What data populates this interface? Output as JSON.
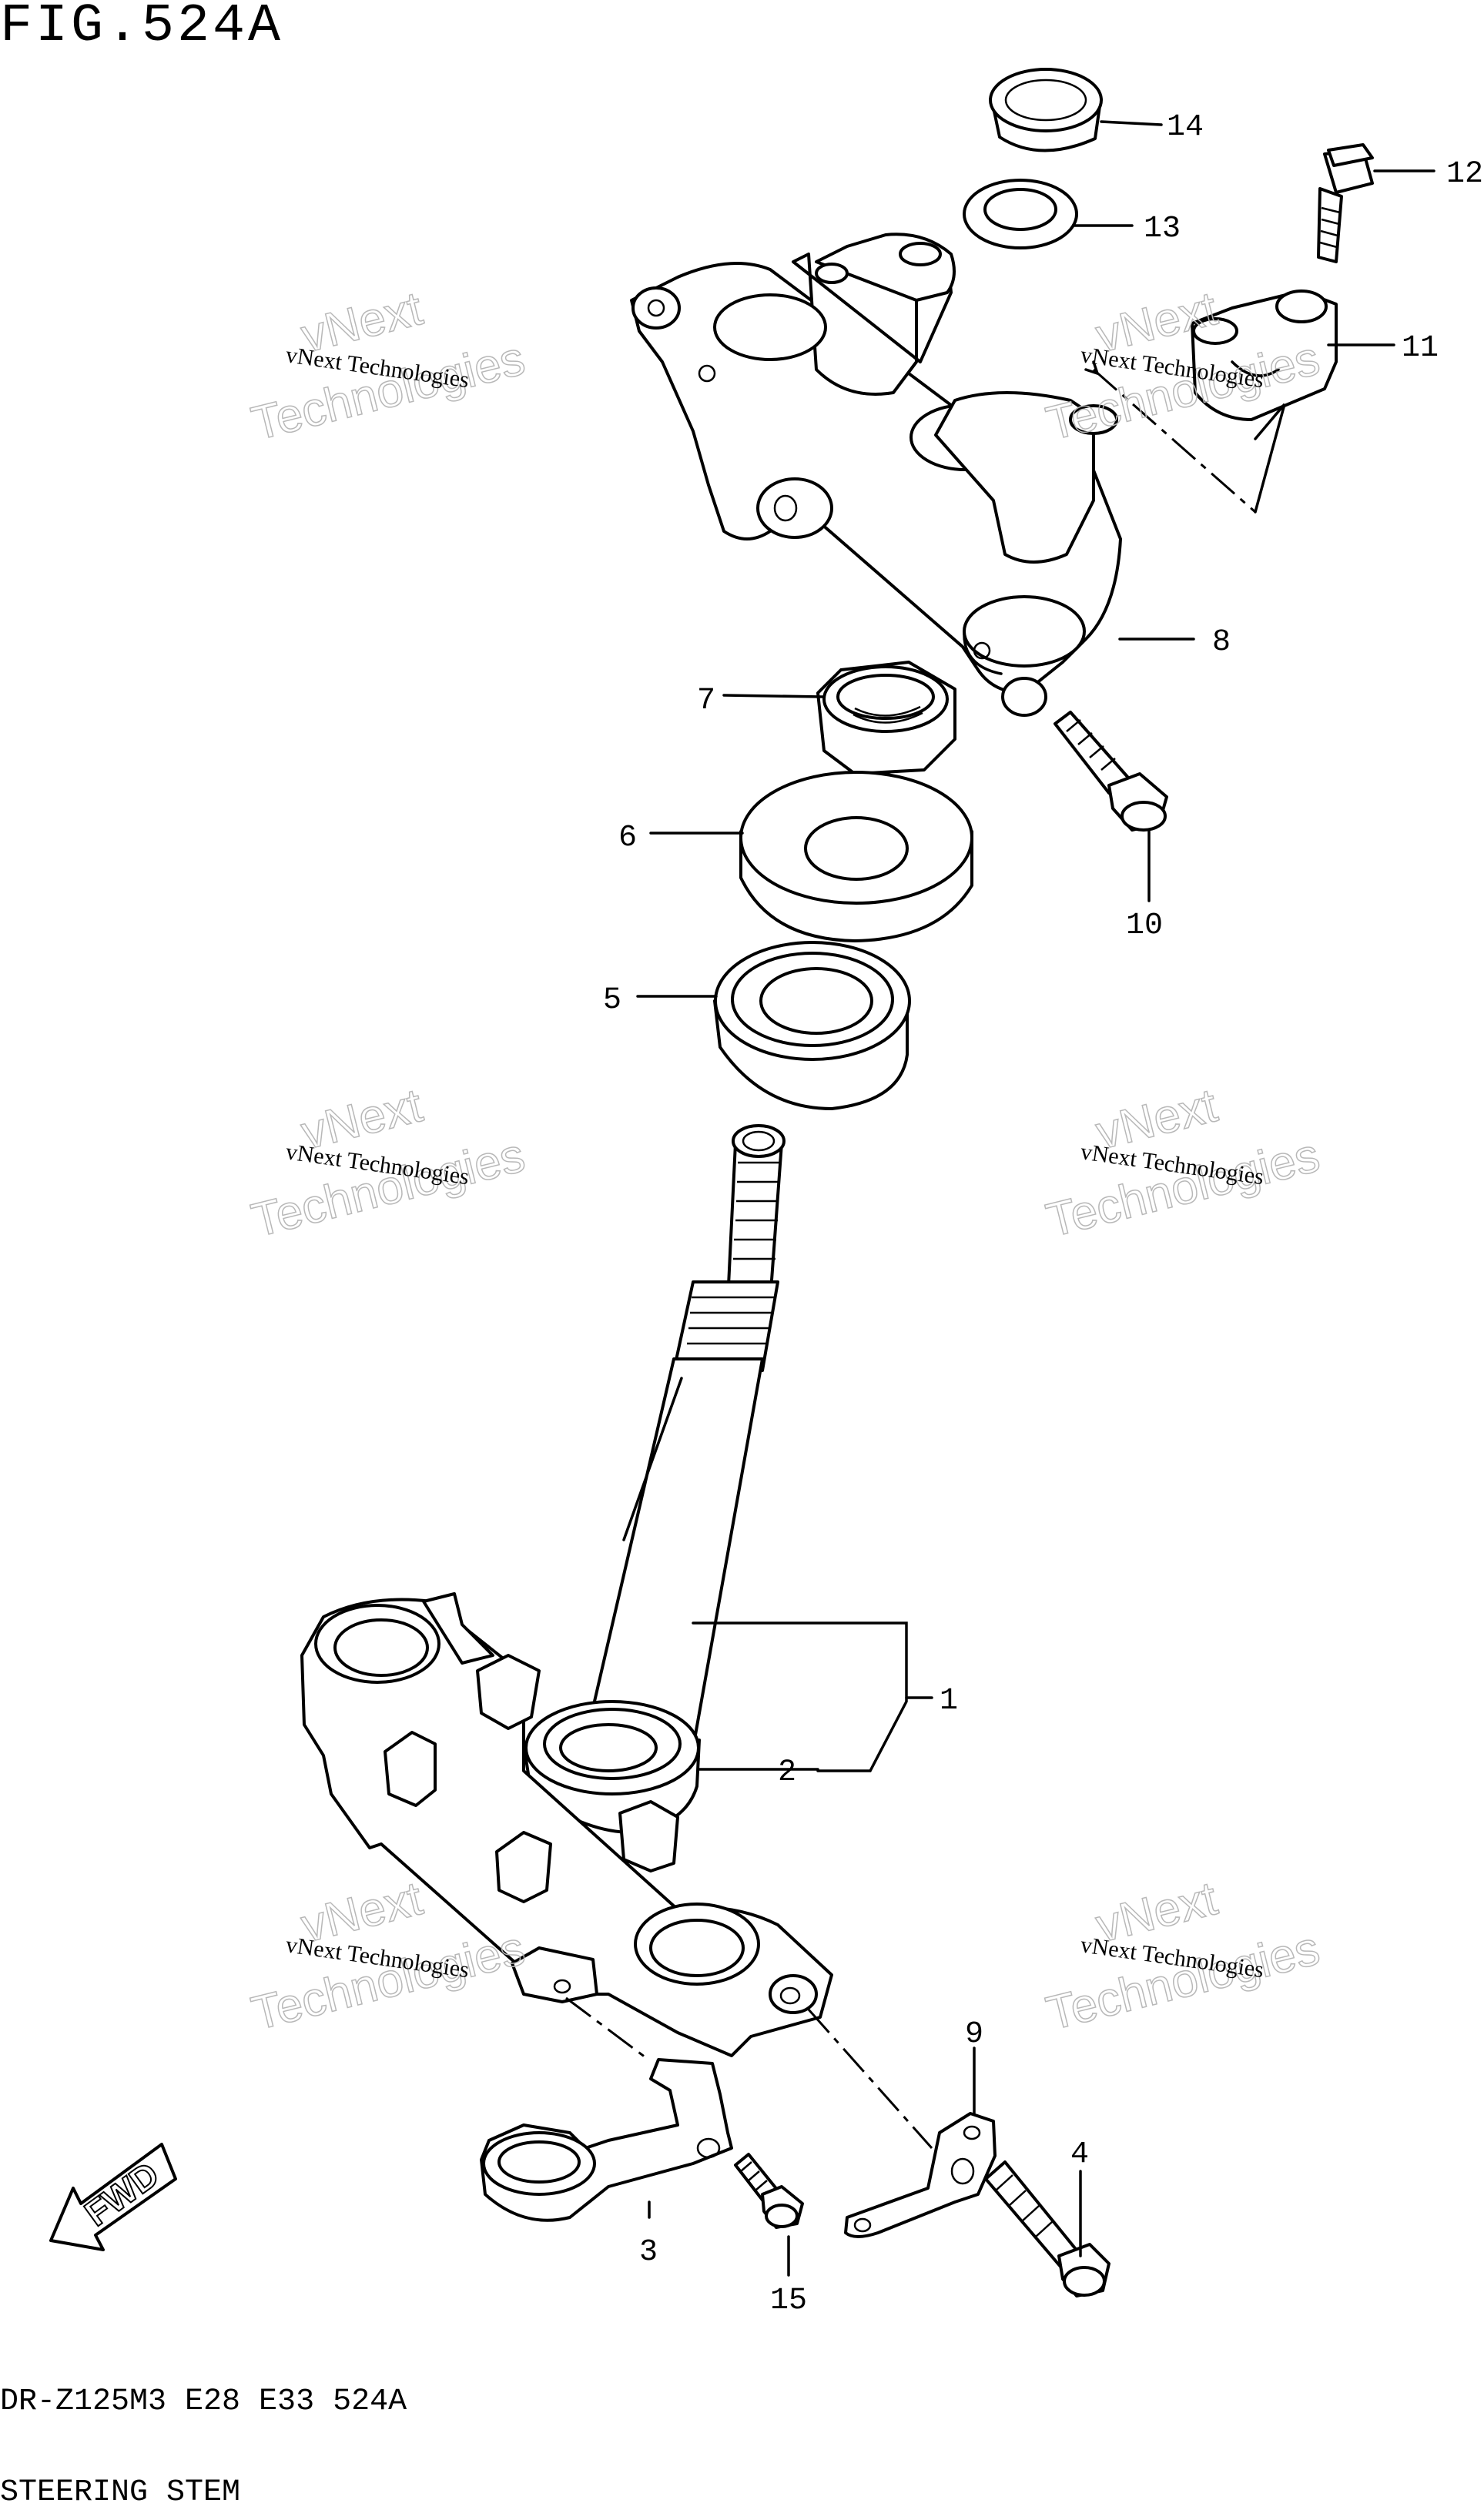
{
  "figure": {
    "title": "FIG.524A",
    "model_line": "DR-Z125M3 E28 E33 524A",
    "section_name": "STEERING STEM"
  },
  "watermark": {
    "line_small": "vNext Technologies",
    "line_large_1": "vNext",
    "line_large_2": "Technologies"
  },
  "fwd_label": "FWD",
  "callouts": [
    "1",
    "2",
    "3",
    "4",
    "5",
    "6",
    "7",
    "8",
    "9",
    "10",
    "11",
    "12",
    "13",
    "14",
    "15"
  ]
}
